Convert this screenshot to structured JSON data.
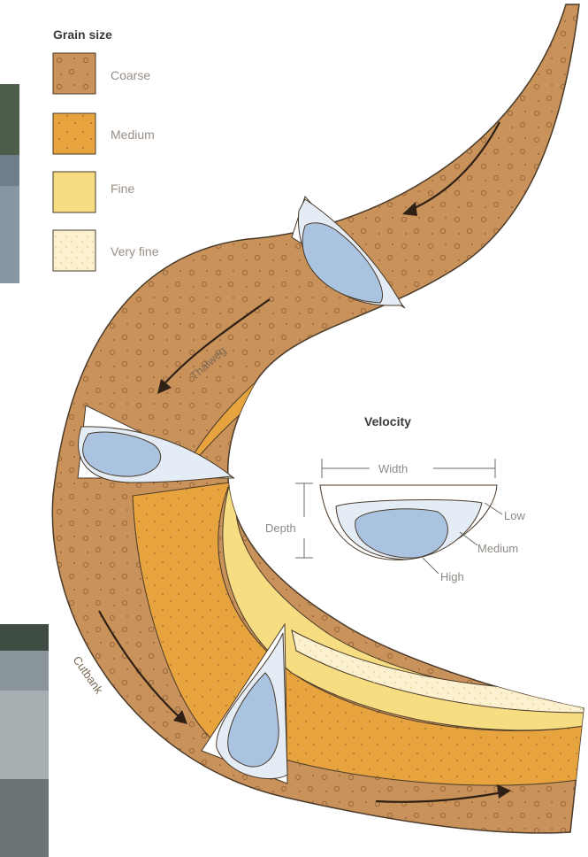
{
  "legend": {
    "title": "Grain size",
    "items": [
      {
        "label": "Coarse",
        "color": "#c8925a"
      },
      {
        "label": "Medium",
        "color": "#e6a33e"
      },
      {
        "label": "Fine",
        "color": "#f7dd82"
      },
      {
        "label": "Very fine",
        "color": "#fbf1cf"
      }
    ]
  },
  "channel": {
    "thalweg_label": "Thalweg",
    "cutbank_label": "Cutbank"
  },
  "velocity": {
    "title": "Velocity",
    "width_label": "Width",
    "depth_label": "Depth",
    "low_label": "Low",
    "medium_label": "Medium",
    "high_label": "High"
  },
  "colors": {
    "coarse": "#c8925a",
    "medium": "#e6a33e",
    "fine": "#f7dd82",
    "very_fine": "#fbf1cf",
    "water_low": "#e4edf6",
    "water_high": "#a9c3e1",
    "outline": "#4a3a2a"
  }
}
